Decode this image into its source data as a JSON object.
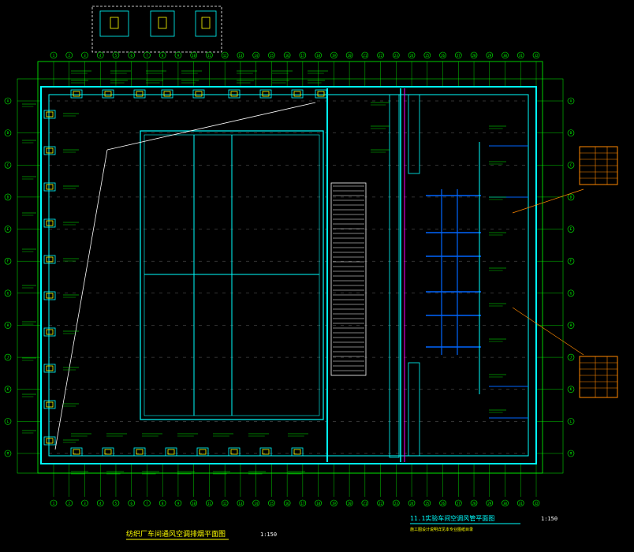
{
  "drawing": {
    "title_left": "纺织厂车间通风空调排烟平面图",
    "scale_left": "1:150",
    "title_right": "11.1实验车间空调风管平面图",
    "scale_right": "1:150",
    "sub_right": "施工图设计说明详见本专业图纸目录"
  },
  "colors": {
    "background": "#000000",
    "wall": "#00ffff",
    "grid": "#00ff00",
    "duct": "#0066ff",
    "accent": "#ff00ff",
    "annotation": "#ff8800",
    "equipment": "#ffff00",
    "text": "#ffffff"
  },
  "axis": {
    "top": [
      "1",
      "2",
      "3",
      "4",
      "5",
      "6",
      "7",
      "8",
      "9",
      "10",
      "11",
      "12",
      "13",
      "14",
      "15",
      "16",
      "17",
      "18",
      "19",
      "20",
      "21",
      "22",
      "23",
      "24",
      "25",
      "26",
      "27",
      "28",
      "29",
      "30",
      "31",
      "32"
    ],
    "bottom": [
      "1",
      "2",
      "3",
      "4",
      "5",
      "6",
      "7",
      "8",
      "9",
      "10",
      "11",
      "12",
      "13",
      "14",
      "15",
      "16",
      "17",
      "18",
      "19",
      "20",
      "21",
      "22",
      "23",
      "24",
      "25",
      "26",
      "27",
      "28",
      "29",
      "30",
      "31",
      "32"
    ],
    "left": [
      "A",
      "B",
      "C",
      "D",
      "E",
      "F",
      "G",
      "H",
      "J",
      "K",
      "L",
      "M"
    ],
    "right": [
      "A",
      "B",
      "C",
      "D",
      "E",
      "F",
      "G",
      "H",
      "J",
      "K",
      "L",
      "M"
    ]
  }
}
